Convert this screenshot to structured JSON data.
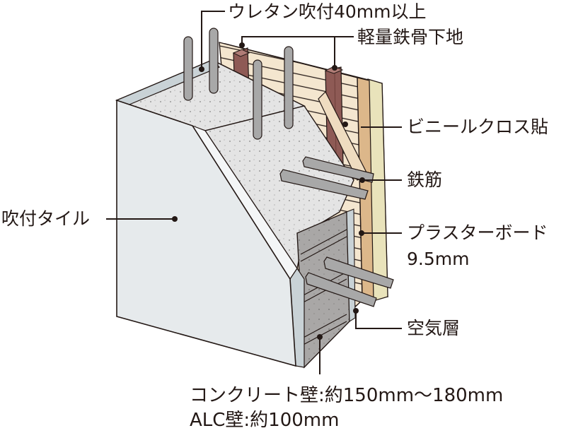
{
  "diagram": {
    "type": "wall-cross-section",
    "colors": {
      "tile_face": "#e6eaec",
      "tile_edge": "#c9d2d6",
      "concrete": "#d9d9d9",
      "concrete_dark": "#a9a7a6",
      "rebar": "#a8a8a8",
      "steel_stud": "#8e5a55",
      "urethane": "#f1e3cb",
      "plaster_board": "#dcb78a",
      "vinyl_cloth": "#f3efcf",
      "leader": "#231815"
    }
  },
  "labels": {
    "urethane": "ウレタン吹付40mm以上",
    "steel_frame": "軽量鉄骨下地",
    "vinyl_cloth": "ビニールクロス貼",
    "rebar": "鉄筋",
    "plaster_board": "プラスターボード",
    "plaster_board_thickness": "9.5mm",
    "air_layer": "空気層",
    "sprayed_tile": "吹付タイル",
    "concrete_wall": "コンクリート壁:約150mm〜180mm",
    "alc_wall": "ALC壁:約100mm"
  }
}
